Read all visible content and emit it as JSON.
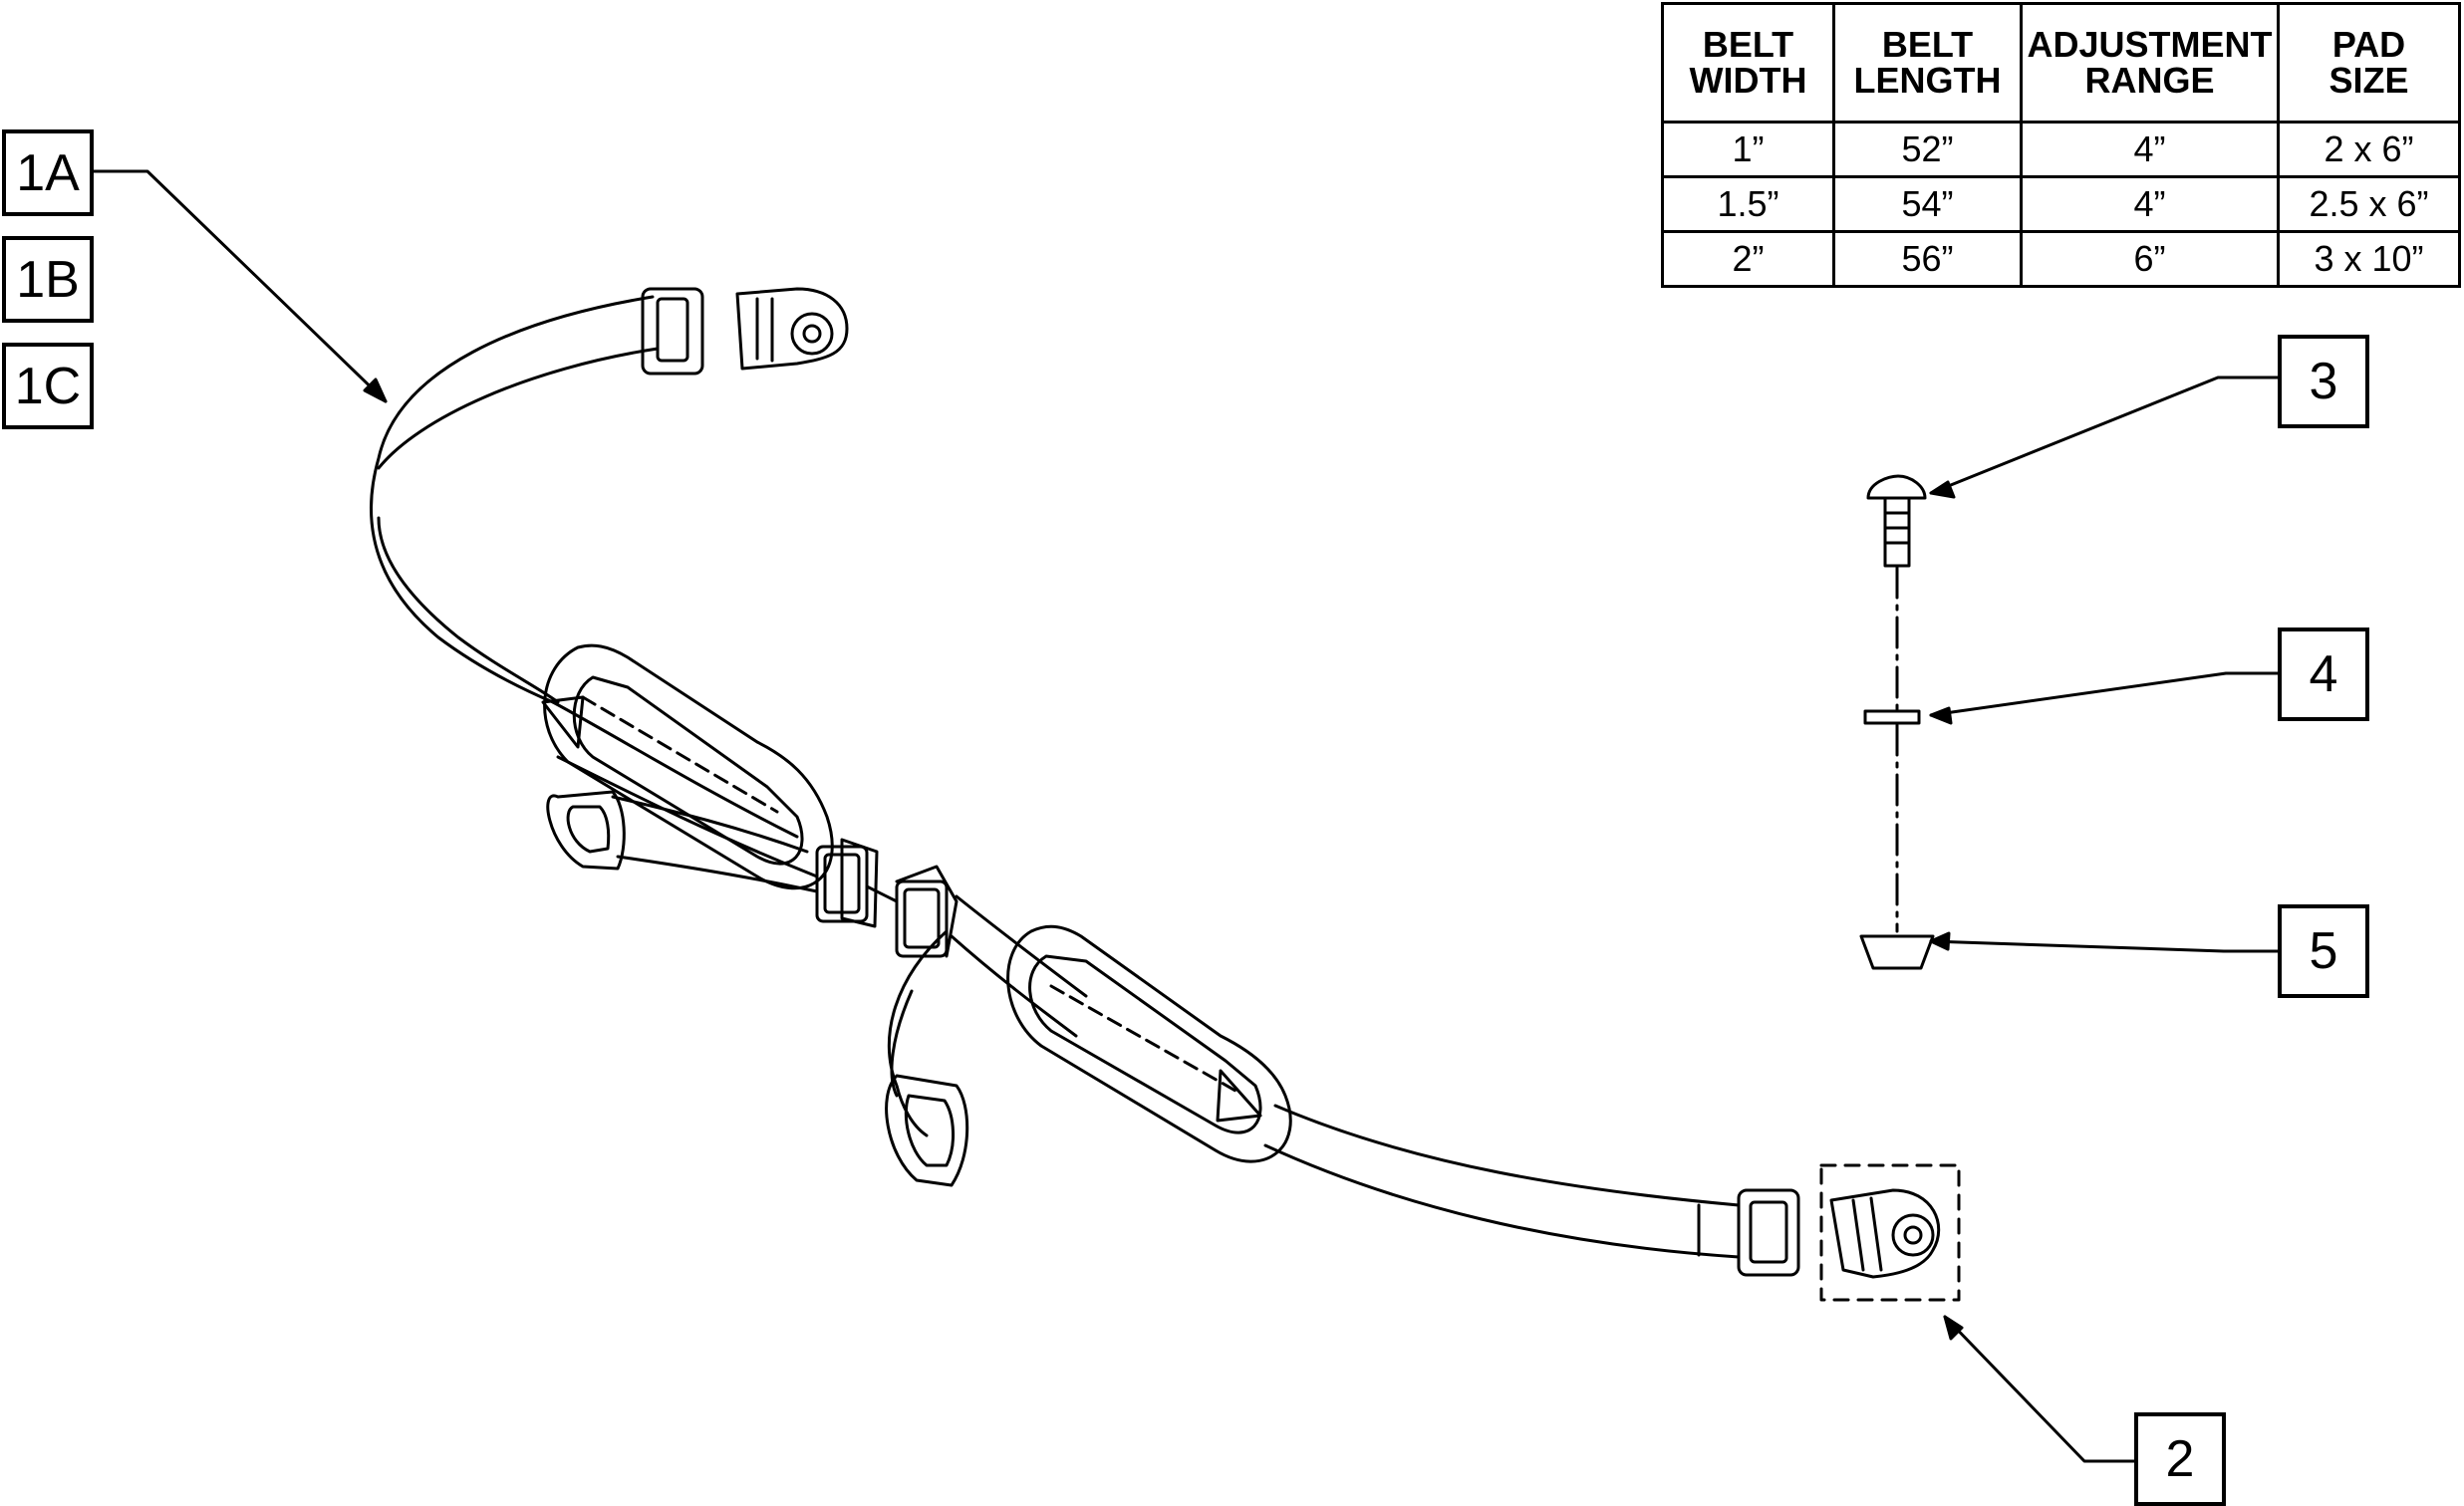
{
  "callouts": {
    "c1a": "1A",
    "c1b": "1B",
    "c1c": "1C",
    "c2": "2",
    "c3": "3",
    "c4": "4",
    "c5": "5"
  },
  "spec_table": {
    "headers": [
      [
        "BELT",
        "WIDTH"
      ],
      [
        "BELT",
        "LENGTH"
      ],
      [
        "ADJUSTMENT",
        "RANGE"
      ],
      [
        "PAD",
        "SIZE"
      ]
    ],
    "rows": [
      [
        "1”",
        "52”",
        "4”",
        "2 x 6”"
      ],
      [
        "1.5”",
        "54”",
        "4”",
        "2.5 x 6”"
      ],
      [
        "2”",
        "56”",
        "6”",
        "3 x 10”"
      ]
    ]
  },
  "colors": {
    "line": "#000000",
    "background": "#ffffff"
  }
}
